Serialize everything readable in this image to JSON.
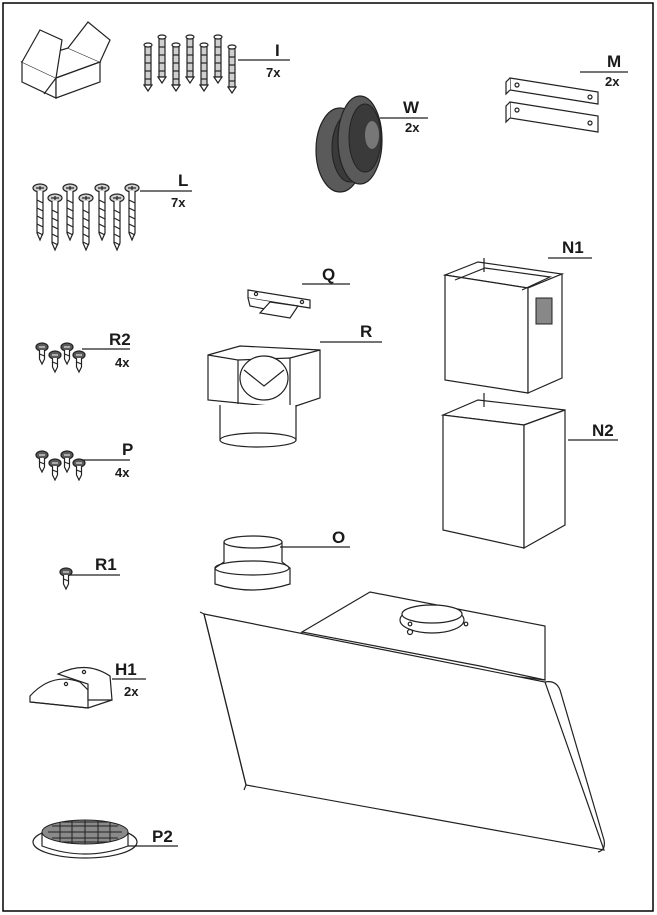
{
  "parts": {
    "I": {
      "label": "I",
      "qty": "7x"
    },
    "M": {
      "label": "M",
      "qty": "2x"
    },
    "W": {
      "label": "W",
      "qty": "2x"
    },
    "L": {
      "label": "L",
      "qty": "7x"
    },
    "Q": {
      "label": "Q",
      "qty": ""
    },
    "N1": {
      "label": "N1",
      "qty": ""
    },
    "R": {
      "label": "R",
      "qty": ""
    },
    "R2": {
      "label": "R2",
      "qty": "4x"
    },
    "P": {
      "label": "P",
      "qty": "4x"
    },
    "N2": {
      "label": "N2",
      "qty": ""
    },
    "O": {
      "label": "O",
      "qty": ""
    },
    "R1": {
      "label": "R1",
      "qty": ""
    },
    "H1": {
      "label": "H1",
      "qty": "2x"
    },
    "P2": {
      "label": "P2",
      "qty": ""
    }
  },
  "colors": {
    "ink": "#222222",
    "filter": "#5a5a5a",
    "frame": "#000000"
  }
}
